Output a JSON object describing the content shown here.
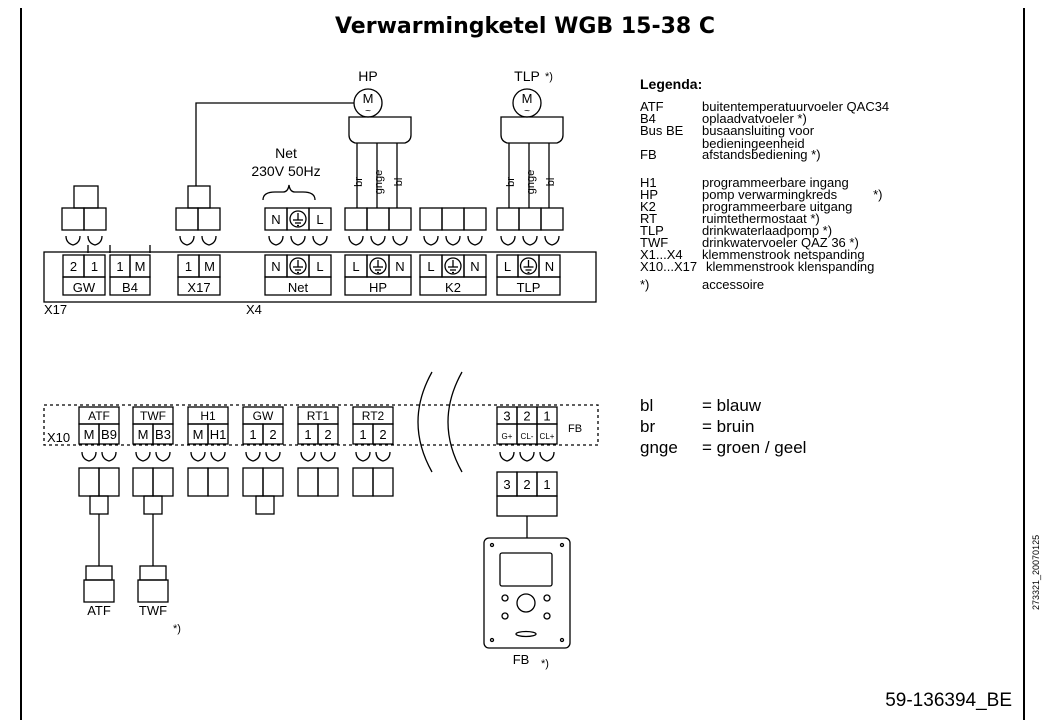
{
  "title": "Verwarmingketel WGB 15-38 C",
  "document_number": "59-136394_BE",
  "image_code": "273321_20070125",
  "legend": {
    "heading": "Legenda:",
    "entries": [
      {
        "key": "ATF",
        "text": "buitentemperatuurvoeler QAC34"
      },
      {
        "key": "B4",
        "text": "oplaadvatvoeler *)"
      },
      {
        "key": "Bus BE",
        "text": "busaansluiting voor",
        "text2": "bedieningeenheid"
      },
      {
        "key": "FB",
        "text": "afstandsbediening *)"
      },
      {
        "key": "H1",
        "text": "programmeerbare ingang"
      },
      {
        "key": "HP",
        "text": "pomp verwarmingkreds",
        "note": "*)"
      },
      {
        "key": "K2",
        "text": "programmeerbare uitgang"
      },
      {
        "key": "RT",
        "text": "ruimtethermostaat *)"
      },
      {
        "key": "TLP",
        "text": "drinkwaterlaadpomp *)"
      },
      {
        "key": "TWF",
        "text": "drinkwatervoeler QAZ 36  *)"
      },
      {
        "key": "X1...X4",
        "text": "klemmenstrook netspanding"
      },
      {
        "key": "X10...X17",
        "text": "klemmenstrook klenspanding"
      },
      {
        "key": "*)",
        "text": "accessoire"
      }
    ]
  },
  "colors_legend": [
    {
      "code": "bl",
      "text": "= blauw"
    },
    {
      "code": "br",
      "text": "= bruin"
    },
    {
      "code": "gnge",
      "text": "= groen / geel"
    }
  ],
  "top_strip": {
    "strip_labels": {
      "x17": "X17",
      "x4": "X4"
    },
    "supply_label_1": "Net",
    "supply_label_2": "230V 50Hz",
    "groups": [
      {
        "id": "gw",
        "name": "GW",
        "pins": [
          "2",
          "1"
        ]
      },
      {
        "id": "b4",
        "name": "B4",
        "pins": [
          "1",
          "M"
        ]
      },
      {
        "id": "x17",
        "name": "X17",
        "pins": [
          "1",
          "M"
        ]
      },
      {
        "id": "net",
        "name": "Net",
        "pins": [
          "N",
          "⏚",
          "L"
        ]
      },
      {
        "id": "hp",
        "name": "HP",
        "pins": [
          "L",
          "⏚",
          "N"
        ]
      },
      {
        "id": "k2",
        "name": "K2",
        "pins": [
          "L",
          "⏚",
          "N"
        ]
      },
      {
        "id": "tlp",
        "name": "TLP",
        "pins": [
          "L",
          "⏚",
          "N"
        ]
      }
    ],
    "net_plug_pins": [
      "N",
      "⏚",
      "L"
    ],
    "motors": [
      {
        "id": "hp",
        "label": "HP",
        "symbol": "M",
        "wires": [
          "br",
          "gnge",
          "bl"
        ]
      },
      {
        "id": "tlp",
        "label": "TLP",
        "note": "*)",
        "symbol": "M",
        "wires": [
          "br",
          "gnge",
          "bl"
        ]
      }
    ]
  },
  "bottom_strip": {
    "strip_label": "X10",
    "bus_label": "FB",
    "groups": [
      {
        "id": "atf",
        "name": "ATF",
        "pins": [
          "M",
          "B9"
        ]
      },
      {
        "id": "twf",
        "name": "TWF",
        "pins": [
          "M",
          "B3"
        ]
      },
      {
        "id": "h1",
        "name": "H1",
        "pins": [
          "M",
          "H1"
        ]
      },
      {
        "id": "gw",
        "name": "GW",
        "pins": [
          "1",
          "2"
        ]
      },
      {
        "id": "rt1",
        "name": "RT1",
        "pins": [
          "1",
          "2"
        ]
      },
      {
        "id": "rt2",
        "name": "RT2",
        "pins": [
          "1",
          "2"
        ]
      }
    ],
    "fb_terminal": {
      "numbers": [
        "3",
        "2",
        "1"
      ],
      "signals": [
        "G+",
        "CL-",
        "CL+"
      ],
      "plug_numbers": [
        "3",
        "2",
        "1"
      ]
    },
    "sensors": [
      {
        "id": "atf",
        "label": "ATF"
      },
      {
        "id": "twf",
        "label": "TWF",
        "note": "*)"
      }
    ],
    "remote": {
      "label": "FB",
      "note": "*)"
    }
  }
}
